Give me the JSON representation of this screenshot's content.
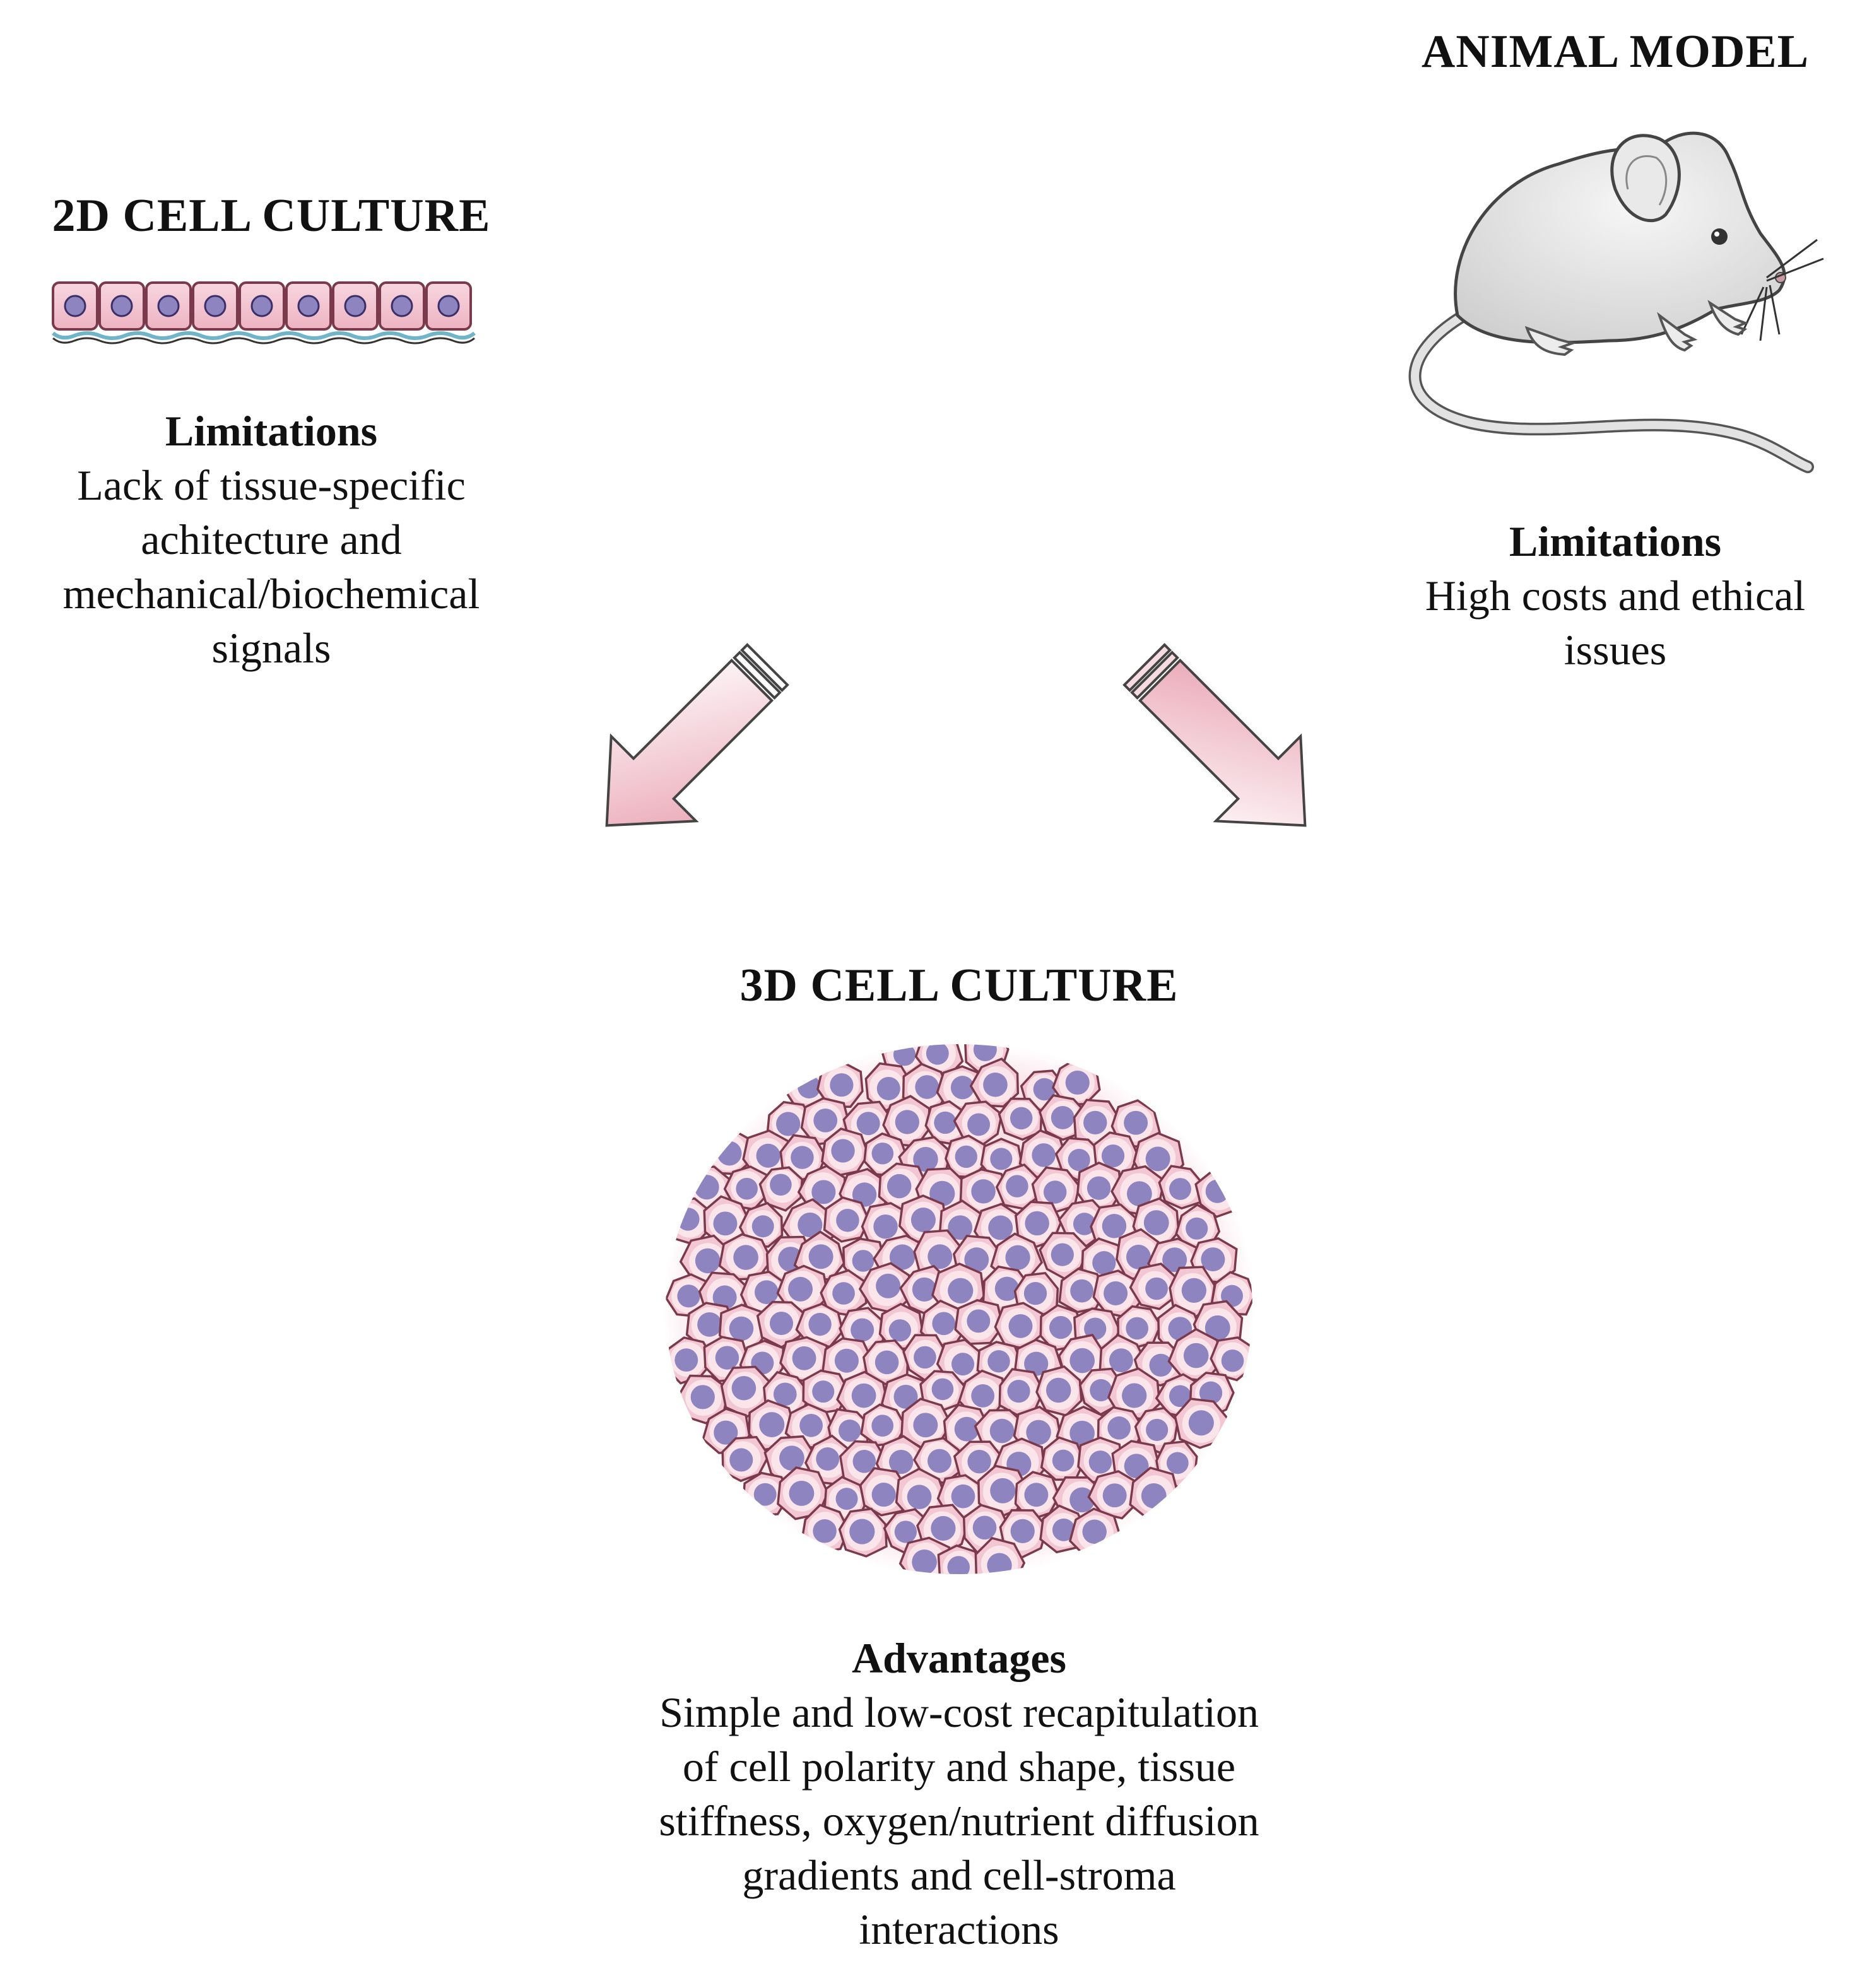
{
  "left": {
    "title": "2D CELL CULTURE",
    "heading": "Limitations",
    "lines": [
      "Lack of tissue-specific",
      "achitecture and",
      "mechanical/biochemical",
      "signals"
    ]
  },
  "right": {
    "title": "ANIMAL MODEL",
    "heading": "Limitations",
    "lines": [
      "High costs and ethical",
      "issues"
    ]
  },
  "center": {
    "title": "3D CELL CULTURE",
    "heading": "Advantages",
    "lines": [
      "Simple and low-cost recapitulation",
      "of cell polarity and shape, tissue",
      "stiffness, oxygen/nutrient diffusion",
      "gradients and cell-stroma",
      "interactions"
    ]
  },
  "colors": {
    "cell_pink": "#f3c6d3",
    "cell_outline": "#7a3a4c",
    "nucleus": "#8e84bf",
    "arrow_fill": "#e7a6b3",
    "mouse_body": "#e6e6e6"
  },
  "icons": [
    "2d-monolayer-icon",
    "mouse-icon",
    "arrow-icon",
    "spheroid-icon"
  ]
}
